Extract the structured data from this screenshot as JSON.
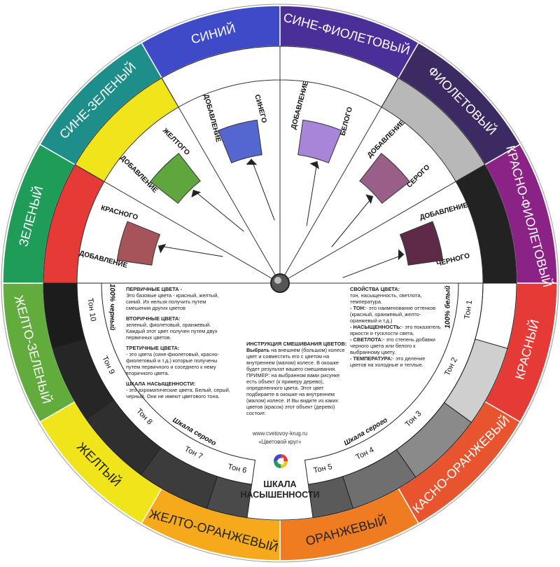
{
  "ring_colors": [
    {
      "label": "СИНИЙ",
      "color": "#3f4ac8",
      "text_color": "#ffffff"
    },
    {
      "label": "СИНЕ-ФИОЛЕТОВЫЙ",
      "color": "#4a2f98",
      "text_color": "#ffffff"
    },
    {
      "label": "ФИОЛЕТОВЫЙ",
      "color": "#3c2a63",
      "text_color": "#ffffff"
    },
    {
      "label": "КРАСНО-ФИОЛЕТОВЫЙ",
      "color": "#8b2387",
      "text_color": "#ffffff"
    },
    {
      "label": "КРАСНЫЙ",
      "color": "#e53a36",
      "text_color": "#ffffff"
    },
    {
      "label": "КАСНО-ОРАНЖЕВЫЙ",
      "color": "#e8542d",
      "text_color": "#ffffff"
    },
    {
      "label": "ОРАНЖЕВЫЙ",
      "color": "#f07c22",
      "text_color": "#222222"
    },
    {
      "label": "ЖЕЛТО-ОРАНЖЕВЫЙ",
      "color": "#f5a91b",
      "text_color": "#222222"
    },
    {
      "label": "ЖЕЛТЫЙ",
      "color": "#f0e41a",
      "text_color": "#222222"
    },
    {
      "label": "ЖЕЛТО-ЗЕЛЕНЫЙ",
      "color": "#61ac3c",
      "text_color": "#ffffff"
    },
    {
      "label": "ЗЕЛЕНЫЙ",
      "color": "#1f9c58",
      "text_color": "#ffffff"
    },
    {
      "label": "СИНЕ-ЗЕЛЕНЫЙ",
      "color": "#1d8e8a",
      "text_color": "#ffffff"
    }
  ],
  "mixing_windows": [
    {
      "title": "ДОБАВЛЕНИЕ",
      "subtitle": "КРАСНОГО",
      "swatch": "#a5545a"
    },
    {
      "title": "ДОБАВЛЕНИЕ",
      "subtitle": "ЖЕЛТОГО",
      "swatch": "#5fa63c"
    },
    {
      "title": "ДОБАВЛЕНИЕ",
      "subtitle": "СИНЕГО",
      "swatch": "#5466cf"
    },
    {
      "title": "ДОБАВЛЕНИЕ",
      "subtitle": "БЕЛОГО",
      "swatch": "#a885d8"
    },
    {
      "title": "ДОБАВЛЕНИЕ",
      "subtitle": "СЕРОГО",
      "swatch": "#9a5f88"
    },
    {
      "title": "ДОБАВЛЕНИЕ",
      "subtitle": "ЧЕРНОГО",
      "swatch": "#5e2a48"
    }
  ],
  "grey_scale": {
    "top_label_left": "100% черный",
    "top_label_right": "100% белый",
    "scale_label": "Шкала серого",
    "tones": [
      "Тон 1",
      "Тон 2",
      "Тон 3",
      "Тон 4",
      "Тон 5",
      "Тон 6",
      "Тон 7",
      "Тон 8",
      "Тон 9",
      "Тон 10"
    ]
  },
  "info_left": {
    "primary_title": "ПЕРВИЧНЫЕ ЦВЕТА -",
    "primary_text": "Это базовые цвета - красный, желтый, синий. Их нельзя получить путем смешения других цветов",
    "secondary_title": "ВТОРИЧНЫЕ ЦВЕТА:",
    "secondary_text": "зеленый, фиолетовый, оранжевый. Каждый этот цвет получен путем двух первичных цветов.",
    "tertiary_title": "ТРЕТИЧНЫЕ ЦВЕТА:",
    "tertiary_text": "- это цвета (сине-фиолетовый, красно-фиолетовый и т.д.) которые получены путем первичного и соседнего к нему вторичного цвета.",
    "saturation_title": "ШКАЛА НАСЫЩЕННОСТИ:",
    "saturation_text": "- это ахроматические цвета. Белый, серый, черный. Они не имеют цветового тона."
  },
  "info_center": {
    "title": "ИНСТРУКЦИЯ СМЕШИВАНИЯ ЦВЕТОВ:",
    "choose_bold": "Выбрать",
    "choose_text": "на внешнем (большом) колесе цвет и совместить его с цветом на внутреннем (малом) колесе. В окошке будет результат вашего смешивания.",
    "example_text": "ПРИМЕР: на выбранном вами рисунке есть объект (к примеру дерево), определенного цвета. Этот цвет подбираете в окошке на внутреннем (малом) колесе. И Вы видите из каких цветов (красок) этот объект (дерево) состоит."
  },
  "info_right": {
    "title": "СВОЙСТВА ЦВЕТА:",
    "intro": "тон, насыщенность, светлота, температура.",
    "tone_bold": "- ТОН:",
    "tone_text": "- это наименование оттенков (красный, оранжевый, желто-оранжевый и т.д.)",
    "sat_bold": "- НАСЫЩЕННОСТЬ:",
    "sat_text": "- это показатель яркости и тусклости света.",
    "light_bold": "- СВЕТЛОТА:",
    "light_text": "- это степень добавки черного цвета или белого к выбранному цвету.",
    "temp_bold": "- ТЕМПЕРАТУРА:",
    "temp_text": "- это деление цветов на холодные и теплые."
  },
  "footer": {
    "site": "www.cvetovoy-krug.ru",
    "brand": "«Цветовой круг»",
    "title_line1": "ШКАЛА",
    "title_line2": "НАСЫШЕННОСТИ"
  }
}
